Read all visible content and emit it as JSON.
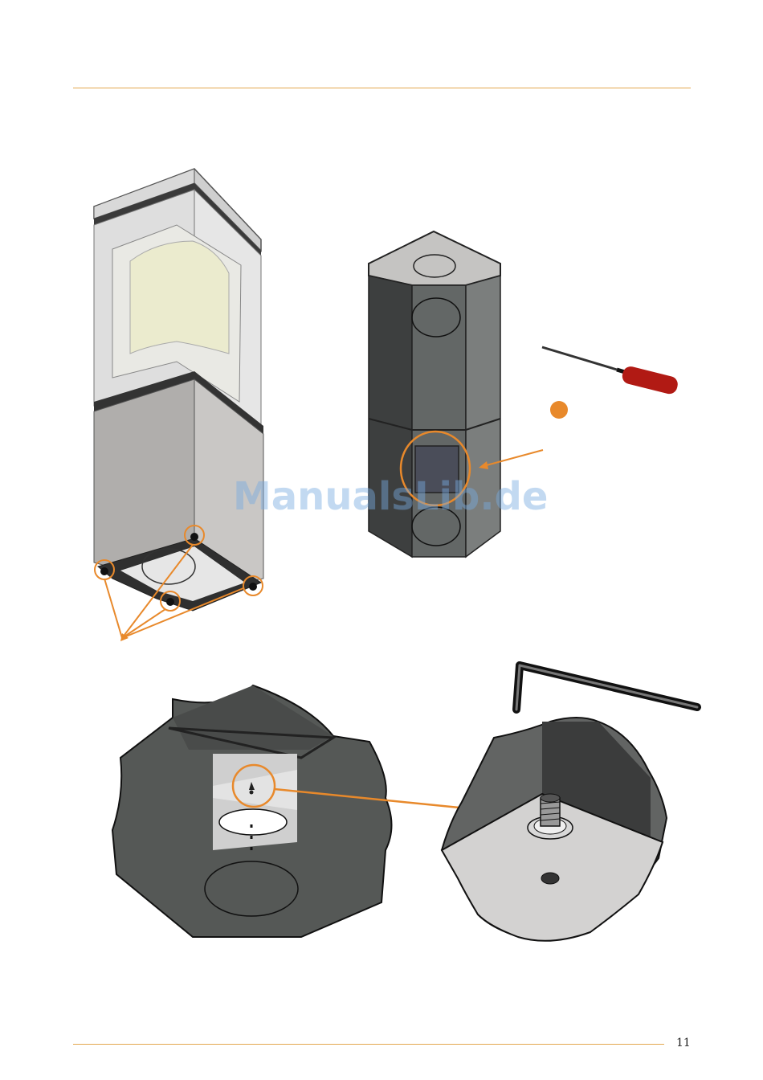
{
  "page": {
    "number": "11"
  },
  "watermark": {
    "text": "ManualsLib.de"
  },
  "colors": {
    "accent": "#e8892b",
    "rule": "#e3a84f"
  },
  "figures": [
    {
      "name": "stove-tall-bottom-screws"
    },
    {
      "name": "stove-hexagon-view-with-screwdriver"
    },
    {
      "name": "base-plate-bolt-opening"
    },
    {
      "name": "base-plate-bolt-with-allen-key"
    }
  ]
}
